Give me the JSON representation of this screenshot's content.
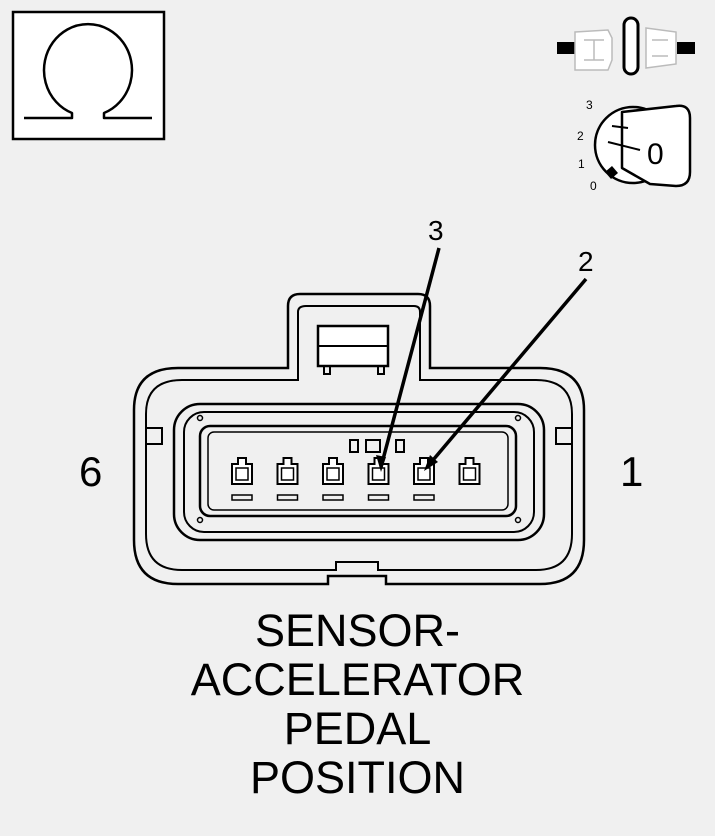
{
  "symbols": {
    "meter_icon": "ohm-meter-icon",
    "meter_symbol": "Ω",
    "connector_icon": "disconnected-connector-icon",
    "ignition_icon": "ignition-key-icon"
  },
  "ignition": {
    "positions": [
      "3",
      "2",
      "1",
      "0"
    ],
    "key_position": "0"
  },
  "connector": {
    "left_cavity_label": "6",
    "right_cavity_label": "1",
    "callouts": [
      {
        "label": "3",
        "target_cavity": 3
      },
      {
        "label": "2",
        "target_cavity": 2
      }
    ],
    "cavity_count": 6
  },
  "caption": {
    "lines": [
      "SENSOR-",
      "ACCELERATOR",
      "PEDAL",
      "POSITION"
    ]
  },
  "colors": {
    "background": "#f0f0f0",
    "line": "#000000",
    "panel": "#ffffff"
  }
}
